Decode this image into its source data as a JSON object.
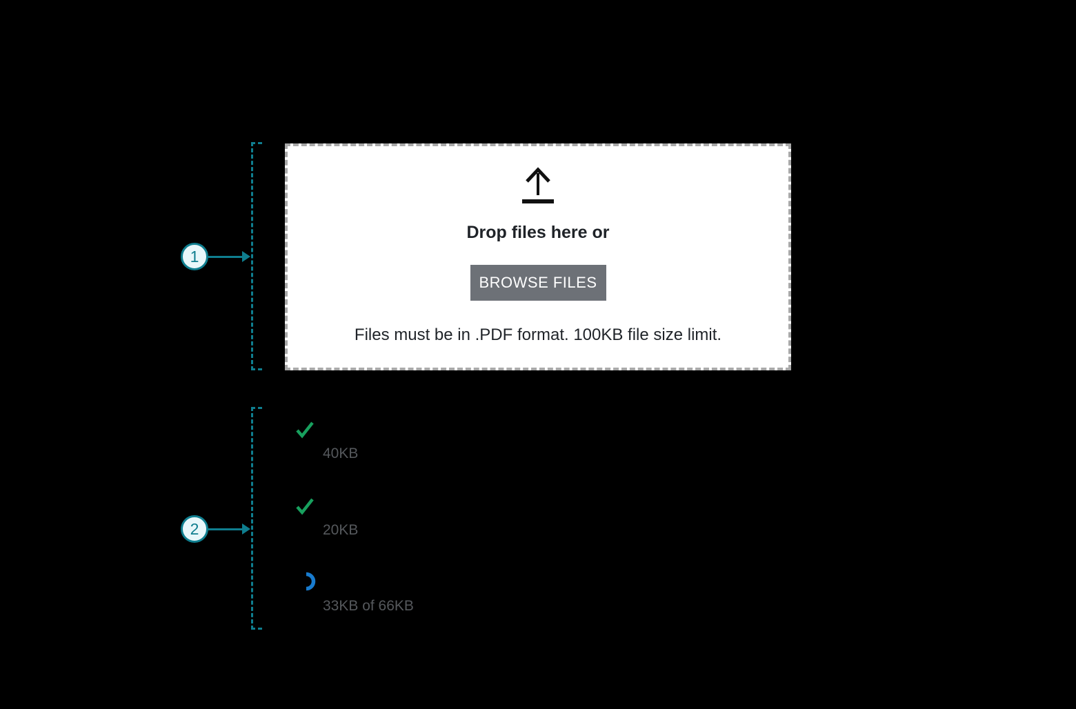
{
  "dropzone": {
    "title": "Drop files here or",
    "browse_button_label": "BROWSE FILES",
    "hint": "Files must be in .PDF format. 100KB file size limit."
  },
  "file_list": {
    "items": [
      {
        "status": "complete",
        "status_icon": "checkmark-icon",
        "size_label": "40KB"
      },
      {
        "status": "complete",
        "status_icon": "checkmark-icon",
        "size_label": "20KB"
      },
      {
        "status": "in-progress",
        "status_icon": "spinner-icon",
        "size_label": "33KB of 66KB"
      }
    ]
  },
  "callouts": [
    {
      "number": "1"
    },
    {
      "number": "2"
    }
  ],
  "colors": {
    "annotation_teal": "#0f7e8f",
    "annotation_fill": "#e8f7fa",
    "success_green": "#18a05e",
    "progress_blue": "#187bce",
    "muted_text": "#55585c",
    "button_gray": "#6d7177",
    "text_dark": "#1f2328",
    "dropzone_border": "#a9a9a9",
    "background": "#000000"
  }
}
